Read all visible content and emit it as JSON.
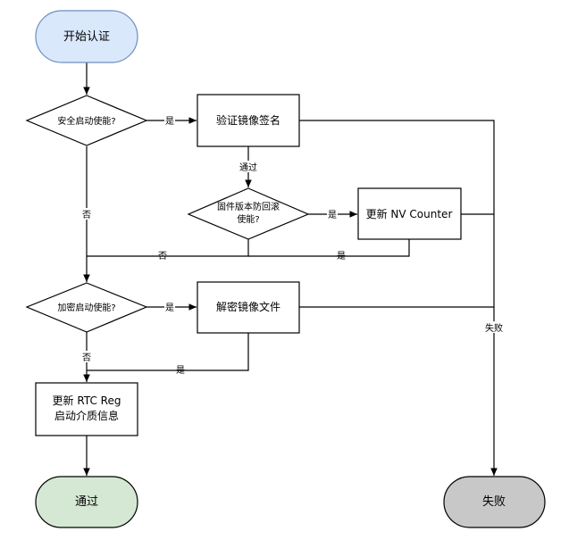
{
  "nodes": {
    "start": "开始认证",
    "secure_boot_q": "安全启动使能?",
    "verify_sig": "验证镜像签名",
    "rollback_q_line1": "固件版本防回滚",
    "rollback_q_line2": "使能?",
    "update_nv": "更新 NV Counter",
    "encrypt_q": "加密启动使能?",
    "decrypt": "解密镜像文件",
    "update_rtc_line1": "更新 RTC Reg",
    "update_rtc_line2": "启动介质信息",
    "pass": "通过",
    "fail": "失败"
  },
  "edge_labels": {
    "yes": "是",
    "no": "否",
    "passed": "通过",
    "failed": "失败"
  },
  "colors": {
    "start_fill": "#dae8fc",
    "pass_fill": "#d5e8d4",
    "fail_fill": "#c8c8c8",
    "stroke": "#000000"
  }
}
